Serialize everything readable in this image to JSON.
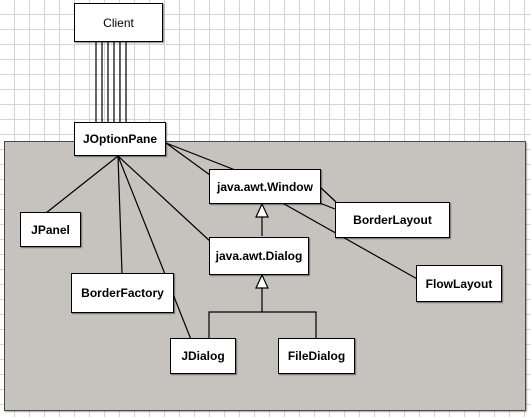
{
  "nodes": {
    "client": "Client",
    "joptionpane": "JOptionPane",
    "window": "java.awt.Window",
    "dialog": "java.awt.Dialog",
    "jpanel": "JPanel",
    "borderfactory": "BorderFactory",
    "borderlayout": "BorderLayout",
    "flowlayout": "FlowLayout",
    "jdialog": "JDialog",
    "filedialog": "FileDialog"
  },
  "colors": {
    "canvas_background": "#ffffff",
    "grid_lines": "#d4d4d4",
    "group_panel_fill": "#c6c3bf",
    "node_fill": "#ffffff",
    "lines": "#000000"
  },
  "relationships": [
    {
      "from": "client",
      "to": "joptionpane",
      "type": "association",
      "multiplicity_lines": 6
    },
    {
      "from": "joptionpane",
      "to": "jpanel",
      "type": "association"
    },
    {
      "from": "joptionpane",
      "to": "borderfactory",
      "type": "association"
    },
    {
      "from": "joptionpane",
      "to": "jdialog",
      "type": "association"
    },
    {
      "from": "joptionpane",
      "to": "dialog",
      "type": "association"
    },
    {
      "from": "joptionpane",
      "to": "window",
      "type": "association"
    },
    {
      "from": "joptionpane",
      "to": "borderlayout",
      "type": "association"
    },
    {
      "from": "window",
      "to": "borderlayout",
      "type": "association"
    },
    {
      "from": "window",
      "to": "flowlayout",
      "type": "association"
    },
    {
      "from": "dialog",
      "to": "window",
      "type": "generalization"
    },
    {
      "from": "jdialog",
      "to": "dialog",
      "type": "generalization"
    },
    {
      "from": "filedialog",
      "to": "dialog",
      "type": "generalization"
    }
  ]
}
